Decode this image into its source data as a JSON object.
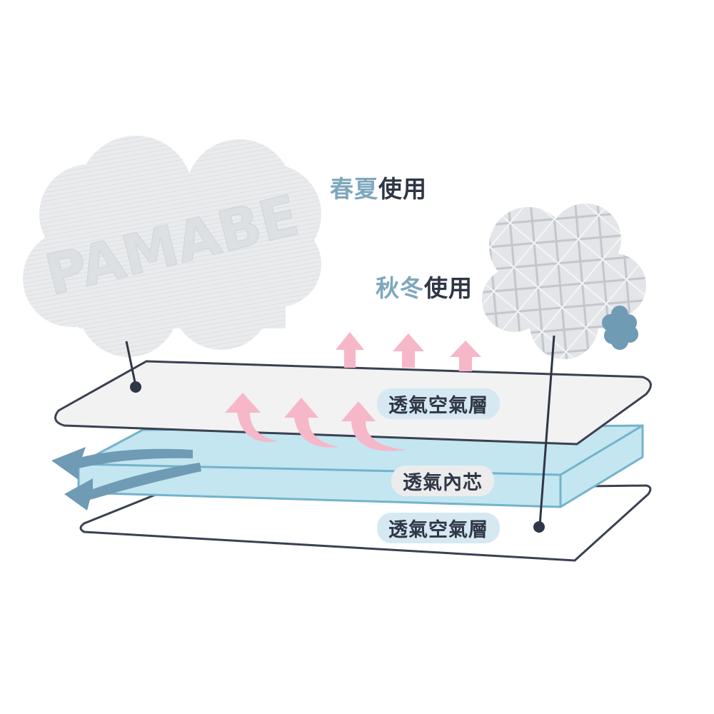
{
  "labels": {
    "spring_summer": {
      "accent": "春夏",
      "rest": "使用"
    },
    "autumn_winter": {
      "accent": "秋冬",
      "rest": "使用"
    },
    "top_layer": "透氣空氣層",
    "core": "透氣內芯",
    "bottom_layer": "透氣空氣層"
  },
  "fabric_logo": "PAMABE",
  "colors": {
    "accent_blue": "#7ea7bd",
    "text_dark": "#2f3645",
    "pink_arrow": "#f6b7c9",
    "blue_arrow": "#6f9bb4",
    "core_fill": "#c3e6f1",
    "outline": "#3a4150"
  }
}
